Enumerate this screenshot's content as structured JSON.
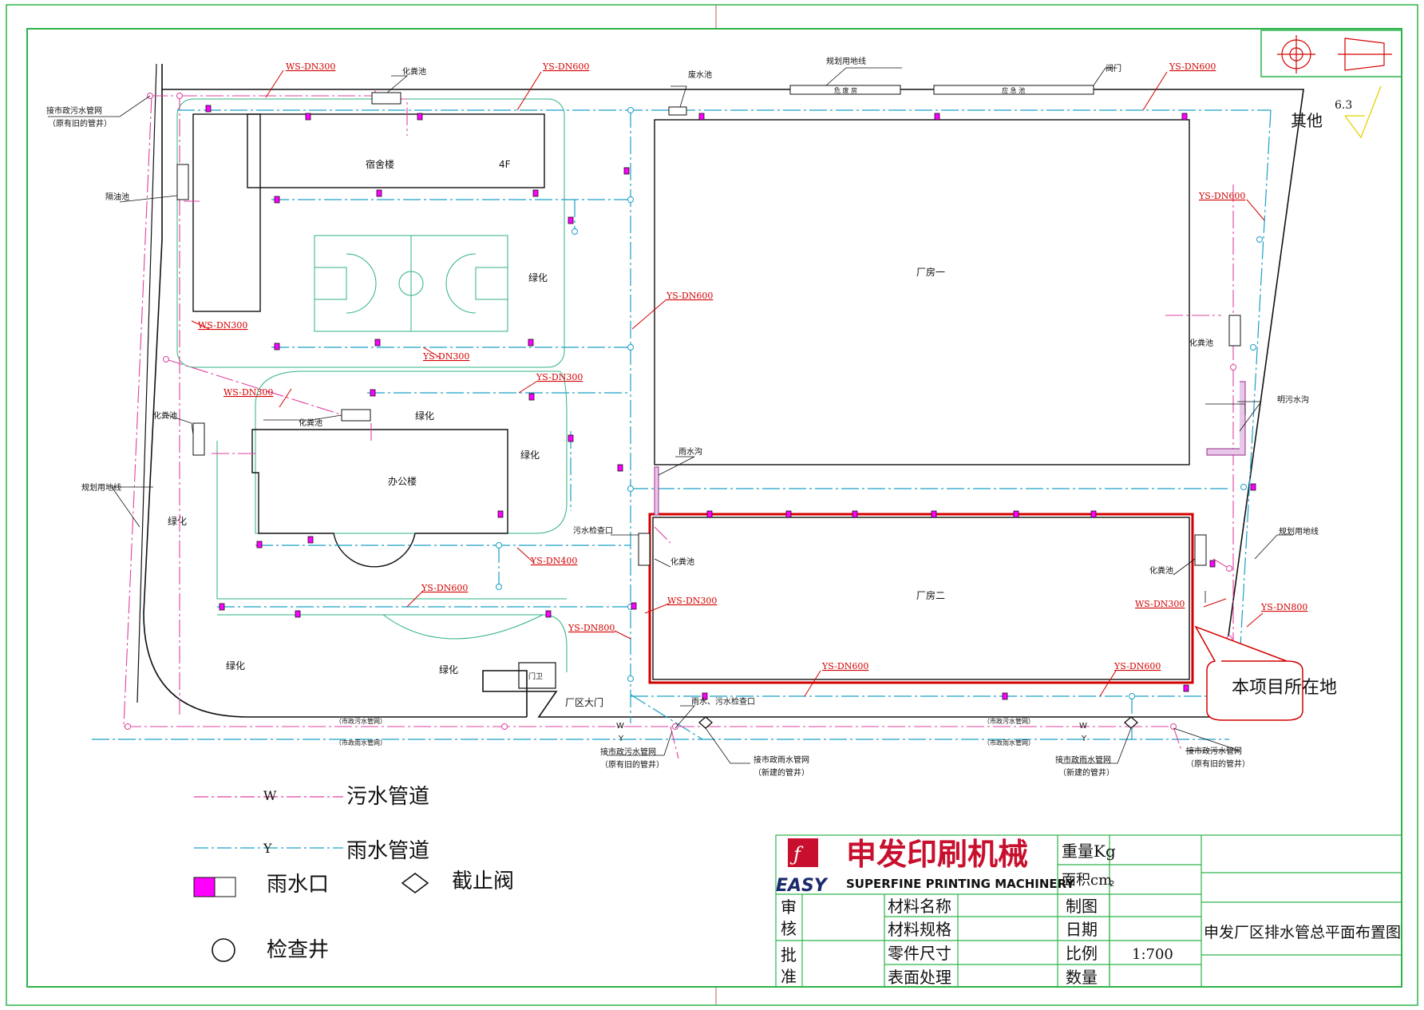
{
  "buildings": {
    "dorm": "宿舍楼",
    "dorm_floor": "4F",
    "office": "办公楼",
    "factory1": "厂房一",
    "factory2": "厂房二",
    "guard": "门卫",
    "gate": "厂区大门",
    "danger_room": "危 废 房",
    "emergency_pool": "应 急 池"
  },
  "green_label": "绿化",
  "facilities": {
    "septic": "化粪池",
    "oil_sep": "隔油池",
    "waste_pool": "废水池",
    "valve": "阀门",
    "open_ditch": "明污水沟",
    "rain_ditch": "雨水沟",
    "sewage_check": "污水检查口",
    "rain_sewage_check": "雨水、污水检查口",
    "planned_line": "规划用地线"
  },
  "pipe_labels": {
    "ws300": "WS-DN300",
    "ys600": "YS-DN600",
    "ys300": "YS-DN300",
    "ys400": "YS-DN400",
    "ys800": "YS-DN800"
  },
  "connections": {
    "municipal_sewage": "接市政污水管网",
    "municipal_rain": "接市政雨水管网",
    "old_well": "（原有旧的管井）",
    "new_well": "（新建的管井）",
    "street_sewage": "（市政污水管网）",
    "street_rain": "（市政雨水管网）"
  },
  "symbols": {
    "w": "W",
    "y": "Y"
  },
  "marks": {
    "roughness": "6.3",
    "other": "其他"
  },
  "callout": "本项目所在地",
  "legend": {
    "sewage": "污水管道",
    "rain": "雨水管道",
    "inlet": "雨水口",
    "valve": "截止阀",
    "well": "检查井"
  },
  "title_block": {
    "company_cn": "申发印刷机械",
    "company_en": "SUPERFINE PRINTING MACHINERY",
    "brand": "EASY",
    "weight": "重量Kg",
    "area": "面积cm",
    "area_sup": "2",
    "review1": "审",
    "review2": "核",
    "approve1": "批",
    "approve2": "准",
    "mat_name": "材料名称",
    "mat_spec": "材料规格",
    "part_size": "零件尺寸",
    "surface": "表面处理",
    "drawn": "制图",
    "date": "日期",
    "scale": "比例",
    "scale_value": "1:700",
    "qty": "数量",
    "drawing_title": "申发厂区排水管总平面布置图"
  },
  "colors": {
    "frame": "#2db34a",
    "sewage": "#e040a0",
    "rain": "#1aa0c8",
    "highlight": "#d40000",
    "inlet": "#ff00ff",
    "court": "#2db380"
  }
}
